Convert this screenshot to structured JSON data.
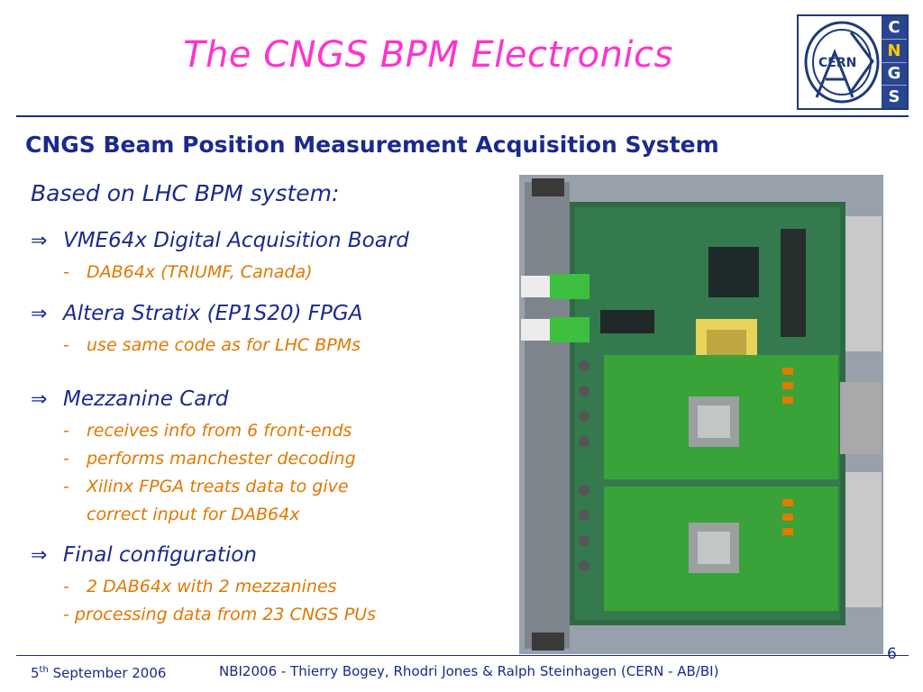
{
  "title": "The CNGS BPM Electronics",
  "logo": {
    "org_text": "CERN",
    "cngs_letters": [
      "C",
      "N",
      "G",
      "S"
    ]
  },
  "subtitle": "CNGS Beam Position Measurement Acquisition System",
  "intro": "Based on LHC BPM system:",
  "arrow_glyph": "⇒",
  "sections": [
    {
      "heading": "VME64x Digital Acquisition Board",
      "items": [
        "DAB64x (TRIUMF, Canada)"
      ]
    },
    {
      "heading": "Altera Stratix (EP1S20) FPGA",
      "items": [
        "use same code as for LHC BPMs"
      ]
    },
    {
      "heading": "Mezzanine Card",
      "items": [
        "receives info from 6 front-ends",
        "performs manchester decoding",
        "Xilinx FPGA treats data to give",
        "correct input for DAB64x"
      ]
    },
    {
      "heading": "Final configuration",
      "items": [
        "2 DAB64x with 2 mezzanines"
      ],
      "plain_item": "- processing data from 23 CNGS PUs"
    }
  ],
  "slide_number": "6",
  "footer": {
    "date_day": "5",
    "date_suffix": "th",
    "date_rest": " September 2006",
    "credit": "NBI2006 - Thierry Bogey, Rhodri Jones & Ralph Steinhagen (CERN - AB/BI)"
  },
  "colors": {
    "title": "#ff33cc",
    "heading": "#1a2a8c",
    "sub_item": "#e07800",
    "pcb_green": "#2f7a4a"
  }
}
